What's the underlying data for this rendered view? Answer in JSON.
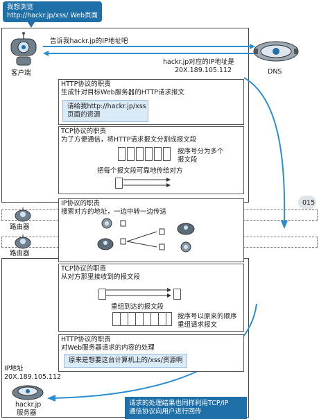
{
  "client": {
    "bubble_line1": "我想浏览",
    "bubble_line2": "http://hackr.jp/xss/ Web页面",
    "label": "客户端",
    "dns_query": "告诉我hackr.jp的IP地址吧",
    "dns_answer_line1": "hackr.jp对应的IP地址是",
    "dns_answer_line2": "20X.189.105.112"
  },
  "dns": {
    "label": "DNS"
  },
  "http_send": {
    "title": "HTTP协议的职责",
    "desc": "生成针对目标Web服务器的HTTP请求报文",
    "request_line1": "请给我http://hackr.jp/xss",
    "request_line2": "页面的资源"
  },
  "tcp_send": {
    "title": "TCP协议的职责",
    "desc": "为了方便通信，将HTTP请求报文分割成报文段",
    "seq_note_line1": "按序号分为多个",
    "seq_note_line2": "报文段",
    "reliable": "把每个报文段可靠地传给对方"
  },
  "ip": {
    "title": "IP协议的职责",
    "desc": "搜索对方的地址，一边中转一边传送"
  },
  "routers": {
    "label1": "路由器",
    "label2": "路由器"
  },
  "page_number": "015",
  "tcp_recv": {
    "title": "TCP协议的职责",
    "desc": "从对方那里接收到的报文段",
    "reassemble": "重组到达的报文段",
    "reorder_line1": "按序号以原来的顺序",
    "reorder_line2": "重组请求报文"
  },
  "http_recv": {
    "title": "HTTP协议的职责",
    "desc": "对Web服务器请求的内容的处理",
    "resource": "原来是想要这台计算机上的/xss/资源啊"
  },
  "server": {
    "ip_label": "IP地址",
    "ip_value": "20X.189.105.112",
    "label_line1": "hackr.jp",
    "label_line2": "服务器"
  },
  "response_note_line1": "请求的处理结果也同样利用TCP/IP",
  "response_note_line2": "通信协议向用户进行回传",
  "colors": {
    "accent": "#1f6fa8",
    "arrow": "#2a8fd0",
    "panel": "#dbeaf7"
  }
}
